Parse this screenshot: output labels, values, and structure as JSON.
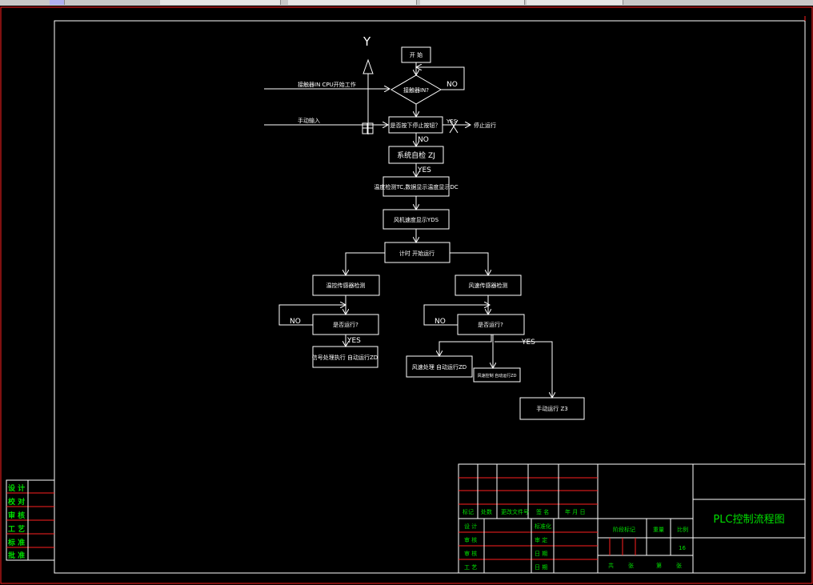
{
  "colors": {
    "background": "#000000",
    "frame": "#ff2020",
    "line": "#ffffff",
    "title_text": "#00e000"
  },
  "flow": {
    "y_label": "Y",
    "start": "开 始",
    "q_in": "接触器IN?",
    "no1": "NO",
    "input_cpu": "接触器IN CPU开始工作",
    "input_manual": "手动输入",
    "q_stop": "是否按下停止按钮？",
    "yes_stop": "YES",
    "stop_label": "停止运行",
    "no2": "NO",
    "zj": "系统自检 ZJ",
    "yes1": "YES",
    "tc": "温度检测TC,数据显示温度显示DC",
    "yds": "风机速度显示YDS",
    "split": "计时 开始运行",
    "left_box": "温控传感器检测",
    "left_no": "NO",
    "left_q": "是否运行?",
    "left_yes": "YES",
    "left_end": "信号处理执行 自动运行ZD",
    "right_box": "风速传感器检测",
    "right_no": "NO",
    "right_q": "是否运行?",
    "right_yes": "YES",
    "right_end1": "风速处理 自动运行ZD",
    "right_end2": "风速控制 自动运行ZD",
    "right_end3": "手动运行 Z3"
  },
  "titleblock": {
    "left_rows": [
      "设 计",
      "校 对",
      "审 核",
      "工 艺",
      "标 准",
      "批 准"
    ],
    "mid_header": [
      "标记",
      "处数",
      "更改文件号",
      "签 名",
      "年 月 日"
    ],
    "mid_rows": [
      "设 计",
      "审 核",
      "审 核",
      "工 艺"
    ],
    "mid_rows2": [
      "标准化",
      "审 定",
      "日 期",
      "日 期"
    ],
    "stage_label": "阶段标记",
    "weight_label": "重量",
    "scale_label": "比例",
    "scale_value": "16",
    "sheets": [
      "共",
      "张",
      "第",
      "张"
    ],
    "drawing_title": "PLC控制流程图"
  }
}
